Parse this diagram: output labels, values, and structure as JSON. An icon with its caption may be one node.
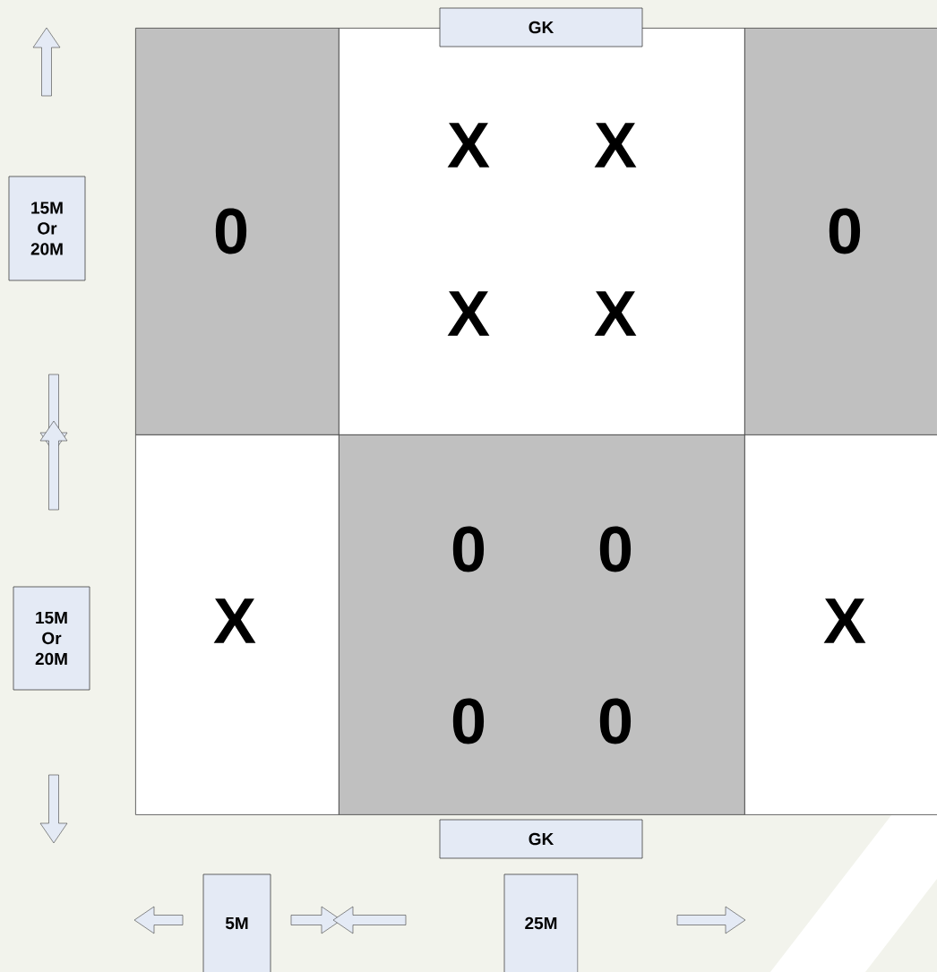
{
  "diagram": {
    "nodes": [
      {
        "text": [
          "0"
        ]
      },
      {
        "text": [
          "X",
          "X",
          "X",
          "X"
        ]
      },
      {
        "text": [
          "0"
        ]
      },
      {
        "text": [
          "X"
        ]
      },
      {
        "text": [
          "0",
          "0",
          "0",
          "0"
        ]
      },
      {
        "text": [
          "X"
        ]
      },
      {
        "text": [
          "GK"
        ]
      },
      {
        "text": [
          "GK"
        ]
      },
      {
        "text": [
          "15M Or 20M"
        ]
      },
      {
        "text": [
          "15M Or 20M"
        ]
      },
      {
        "text": [
          "5M"
        ]
      },
      {
        "text": [
          "25M"
        ]
      }
    ]
  }
}
